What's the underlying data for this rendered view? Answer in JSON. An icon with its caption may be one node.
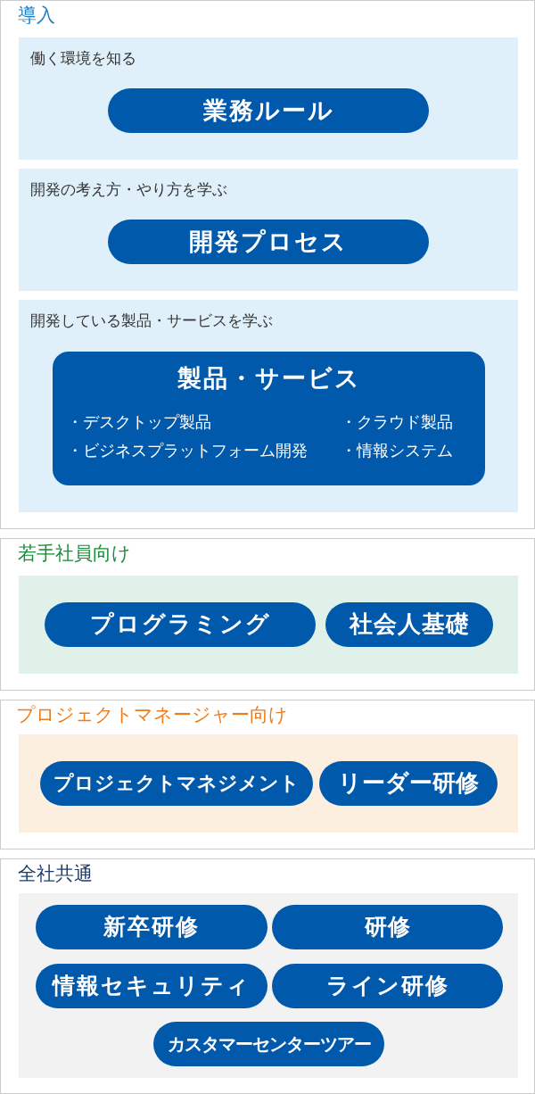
{
  "diagram": {
    "nodes": [
      {
        "text": [
          "導入"
        ]
      },
      {
        "text": [
          "働く環境を知る"
        ],
        "in": 0
      },
      {
        "text": [
          "業務ルール"
        ],
        "in": 1
      },
      {
        "text": [
          "開発の考え方・やり方を学ぶ"
        ],
        "in": 0
      },
      {
        "text": [
          "開発プロセス"
        ],
        "in": 3
      },
      {
        "text": [
          "開発している製品・サービスを学ぶ"
        ],
        "in": 0
      },
      {
        "text": [
          "製品・サービス",
          "・デスクトップ製品",
          "・クラウド製品",
          "・ビジネスプラットフォーム開発",
          "・情報システム"
        ],
        "in": 5
      },
      {
        "text": [
          "若手社員向け"
        ]
      },
      {
        "text": [],
        "shape": "box",
        "in": 7
      },
      {
        "text": [
          "プログラミング"
        ],
        "in": 8
      },
      {
        "text": [
          "社会人基礎"
        ],
        "in": 8
      },
      {
        "text": [
          "プロジェクトマネージャー向け"
        ]
      },
      {
        "text": [],
        "shape": "box",
        "in": 11
      },
      {
        "text": [
          "プロジェクトマネジメント"
        ],
        "in": 12
      },
      {
        "text": [
          "リーダー研修"
        ],
        "in": 12
      },
      {
        "text": [
          "全社共通"
        ]
      },
      {
        "text": [],
        "shape": "box",
        "in": 15
      },
      {
        "text": [
          "新卒研修"
        ],
        "in": 16
      },
      {
        "text": [
          "研修"
        ],
        "in": 16
      },
      {
        "text": [
          "情報セキュリティ"
        ],
        "in": 16
      },
      {
        "text": [
          "ライン研修"
        ],
        "in": 16
      },
      {
        "text": [
          "カスタマーセンターツアー"
        ],
        "in": 16
      }
    ]
  }
}
